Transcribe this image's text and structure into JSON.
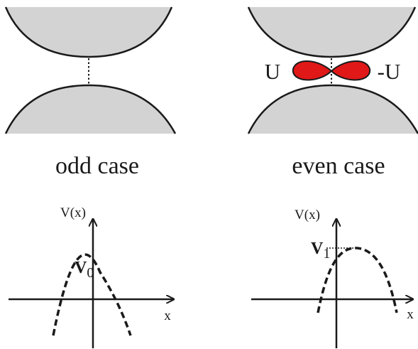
{
  "odd": {
    "caption": "odd case",
    "axis_y_label": "V(x)",
    "axis_x_label": "x",
    "peak_symbol": "V",
    "peak_subscript": "0"
  },
  "even": {
    "caption": "even case",
    "left_label": "U",
    "right_label": "-U",
    "axis_y_label": "V(x)",
    "axis_x_label": "x",
    "peak_symbol": "V",
    "peak_subscript": "1"
  },
  "colors": {
    "electrode_fill": "#d3d3d3",
    "electrode_edge": "#1a1a1a",
    "lobe_fill": "#e01818",
    "ink": "#1a1a1a"
  }
}
